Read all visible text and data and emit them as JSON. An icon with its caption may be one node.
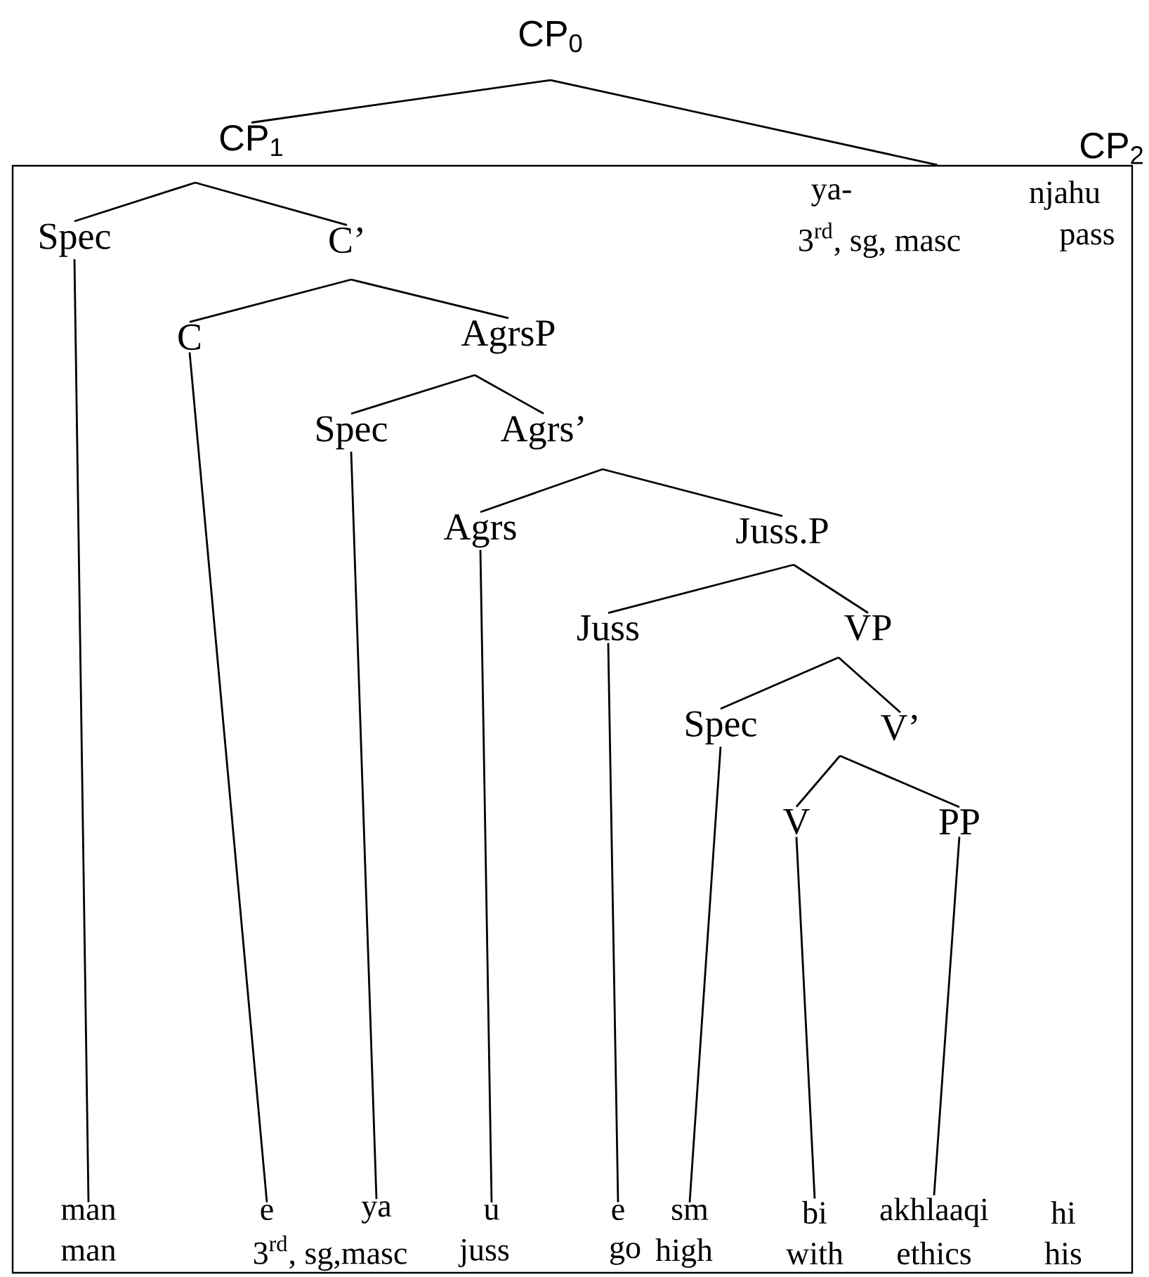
{
  "diagram": {
    "nodes": [
      {
        "text": [
          "CP$_{0}$"
        ]
      },
      {
        "text": [
          "CP$_{1}$"
        ]
      },
      {
        "text": [
          "CP$_{2}$"
        ]
      },
      {
        "text": [
          "Spec"
        ],
        "in": 2
      },
      {
        "text": [
          "C’"
        ],
        "in": 2
      },
      {
        "text": [
          "C"
        ],
        "in": 2
      },
      {
        "text": [
          "AgrsP"
        ],
        "in": 2
      },
      {
        "text": [
          "Spec"
        ],
        "in": 2
      },
      {
        "text": [
          "Agrs’"
        ],
        "in": 2
      },
      {
        "text": [
          "Agrs"
        ],
        "in": 2
      },
      {
        "text": [
          "Juss.P"
        ],
        "in": 2
      },
      {
        "text": [
          "Juss"
        ],
        "in": 2
      },
      {
        "text": [
          "VP"
        ],
        "in": 2
      },
      {
        "text": [
          "Spec"
        ],
        "in": 2
      },
      {
        "text": [
          "V’"
        ],
        "in": 2
      },
      {
        "text": [
          "V"
        ],
        "in": 2
      },
      {
        "text": [
          "PP"
        ],
        "in": 2
      },
      {
        "text": [
          "man"
        ],
        "in": 2
      },
      {
        "text": [
          "e"
        ],
        "in": 2
      },
      {
        "text": [
          "ya"
        ],
        "in": 2
      },
      {
        "text": [
          "u"
        ],
        "in": 2
      },
      {
        "text": [
          "e"
        ],
        "in": 2
      },
      {
        "text": [
          "sm"
        ],
        "in": 2
      },
      {
        "text": [
          "bi"
        ],
        "in": 2
      },
      {
        "text": [
          "akhlaaqi"
        ],
        "in": 2
      }
    ],
    "edges": [
      {
        "from": 0,
        "to": 1,
        "arrow": "none"
      },
      {
        "from": 0,
        "to": 2,
        "arrow": "none"
      },
      {
        "from": 1,
        "to": 3,
        "arrow": "none"
      },
      {
        "from": 1,
        "to": 4,
        "arrow": "none"
      },
      {
        "from": 4,
        "to": 5,
        "arrow": "none"
      },
      {
        "from": 4,
        "to": 6,
        "arrow": "none"
      },
      {
        "from": 6,
        "to": 7,
        "arrow": "none"
      },
      {
        "from": 6,
        "to": 8,
        "arrow": "none"
      },
      {
        "from": 8,
        "to": 9,
        "arrow": "none"
      },
      {
        "from": 8,
        "to": 10,
        "arrow": "none"
      },
      {
        "from": 10,
        "to": 11,
        "arrow": "none"
      },
      {
        "from": 10,
        "to": 12,
        "arrow": "none"
      },
      {
        "from": 12,
        "to": 13,
        "arrow": "none"
      },
      {
        "from": 12,
        "to": 14,
        "arrow": "none"
      },
      {
        "from": 14,
        "to": 15,
        "arrow": "none"
      },
      {
        "from": 14,
        "to": 16,
        "arrow": "none"
      },
      {
        "from": 3,
        "to": 17,
        "arrow": "none"
      },
      {
        "from": 5,
        "to": 18,
        "arrow": "none"
      },
      {
        "from": 7,
        "to": 19,
        "arrow": "none"
      },
      {
        "from": 9,
        "to": 20,
        "arrow": "none"
      },
      {
        "from": 11,
        "to": 21,
        "arrow": "none"
      },
      {
        "from": 13,
        "to": 22,
        "arrow": "none"
      },
      {
        "from": 15,
        "to": 23,
        "arrow": "none"
      },
      {
        "from": 16,
        "to": 24,
        "arrow": "none"
      }
    ],
    "labels": [
      "ya-",
      "njahu",
      "3$^{rd}$, sg, masc",
      "pass",
      "hi",
      "man",
      "3$^{rd}$, sg,masc",
      "juss",
      "go",
      "high",
      "with",
      "ethics",
      "his"
    ]
  }
}
